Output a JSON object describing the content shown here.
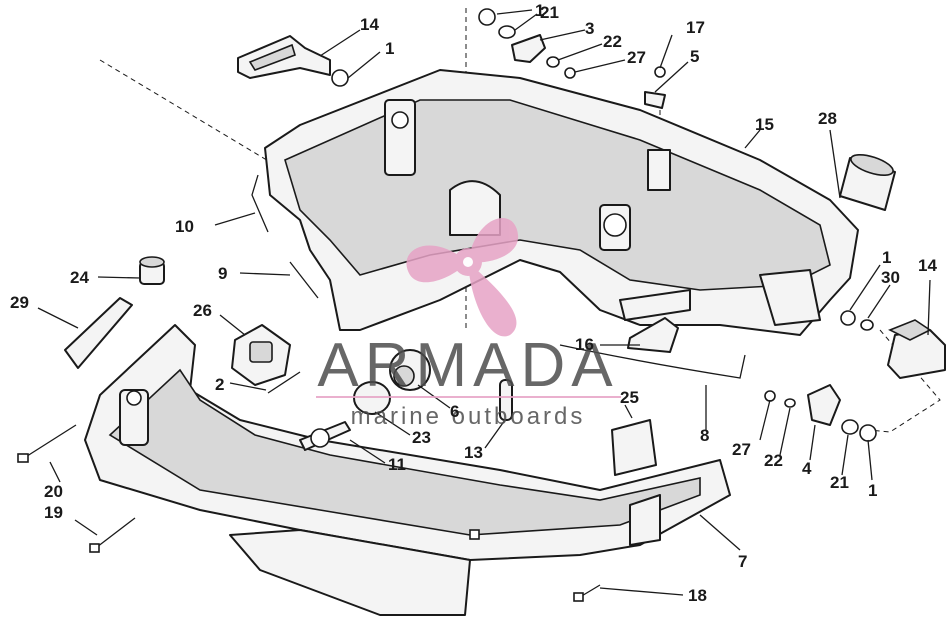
{
  "watermark": {
    "brand": "ARMADA",
    "tagline": "marine outboards",
    "logo_color": "#e7a3c6",
    "text_color": "#4d4d4d"
  },
  "callouts": [
    {
      "id": "c1a",
      "label": "1"
    },
    {
      "id": "c21a",
      "label": "21"
    },
    {
      "id": "c3",
      "label": "3"
    },
    {
      "id": "c22a",
      "label": "22"
    },
    {
      "id": "c27a",
      "label": "27"
    },
    {
      "id": "c17",
      "label": "17"
    },
    {
      "id": "c5",
      "label": "5"
    },
    {
      "id": "c14a",
      "label": "14"
    },
    {
      "id": "c1b",
      "label": "1"
    },
    {
      "id": "c15",
      "label": "15"
    },
    {
      "id": "c28",
      "label": "28"
    },
    {
      "id": "c10",
      "label": "10"
    },
    {
      "id": "c9",
      "label": "9"
    },
    {
      "id": "c24",
      "label": "24"
    },
    {
      "id": "c29",
      "label": "29"
    },
    {
      "id": "c26",
      "label": "26"
    },
    {
      "id": "c2",
      "label": "2"
    },
    {
      "id": "c1c",
      "label": "1"
    },
    {
      "id": "c30",
      "label": "30"
    },
    {
      "id": "c14b",
      "label": "14"
    },
    {
      "id": "c16",
      "label": "16"
    },
    {
      "id": "c6",
      "label": "6"
    },
    {
      "id": "c23",
      "label": "23"
    },
    {
      "id": "c11",
      "label": "11"
    },
    {
      "id": "c13",
      "label": "13"
    },
    {
      "id": "c25",
      "label": "25"
    },
    {
      "id": "c8",
      "label": "8"
    },
    {
      "id": "c27b",
      "label": "27"
    },
    {
      "id": "c22b",
      "label": "22"
    },
    {
      "id": "c4",
      "label": "4"
    },
    {
      "id": "c21b",
      "label": "21"
    },
    {
      "id": "c1d",
      "label": "1"
    },
    {
      "id": "c20",
      "label": "20"
    },
    {
      "id": "c19",
      "label": "19"
    },
    {
      "id": "c7",
      "label": "7"
    },
    {
      "id": "c18",
      "label": "18"
    }
  ]
}
